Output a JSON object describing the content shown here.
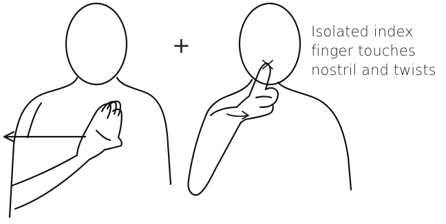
{
  "separator": "+",
  "caption_lines": [
    "Isolated index",
    "finger touches",
    "nostril and twists"
  ],
  "colors": {
    "stroke": "#111111",
    "text": "#222222",
    "background": "#ffffff"
  },
  "icons": {
    "left_figure": "signer-flat-hand-on-chest-icon",
    "right_figure": "signer-index-finger-on-nose-icon",
    "movement_left": "arrow-left-icon",
    "movement_twist": "twist-arrow-icon"
  }
}
